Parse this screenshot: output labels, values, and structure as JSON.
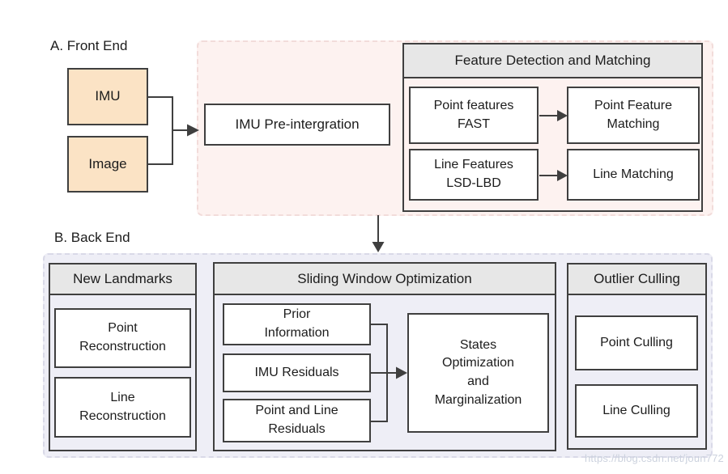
{
  "front_end": {
    "section_label": "A. Front End",
    "imu_box": "IMU",
    "image_box": "Image",
    "preintegration_box": "IMU Pre-intergration",
    "feature_matching": {
      "title": "Feature Detection and Matching",
      "point_detection": "Point features\nFAST",
      "point_matching": "Point Feature\nMatching",
      "line_detection": "Line Features\nLSD-LBD",
      "line_matching": "Line Matching"
    }
  },
  "back_end": {
    "section_label": "B. Back End",
    "new_landmarks": {
      "title": "New Landmarks",
      "point_reconstruction": "Point\nReconstruction",
      "line_reconstruction": "Line\nReconstruction"
    },
    "sliding_window": {
      "title": "Sliding Window Optimization",
      "prior_information": "Prior\nInformation",
      "imu_residuals": "IMU Residuals",
      "point_line_residuals": "Point and Line\nResiduals",
      "states_optimization": "States\nOptimization\nand\nMarginalization"
    },
    "outlier_culling": {
      "title": "Outlier Culling",
      "point_culling": "Point Culling",
      "line_culling": "Line Culling"
    }
  },
  "watermark": "https://blog.csdn.net/joun772",
  "colors": {
    "peach_fill": "#fbe3c5",
    "pink_fill": "#fdf2f0",
    "pink_border": "#f2dcda",
    "lavender_fill": "#eeeef6",
    "lavender_border": "#d9d9e8",
    "header_fill": "#e7e7e7",
    "box_fill": "#ffffff",
    "line_color": "#3f3f3f",
    "text_color": "#1c1c1c",
    "watermark_color": "#ccd2de"
  }
}
